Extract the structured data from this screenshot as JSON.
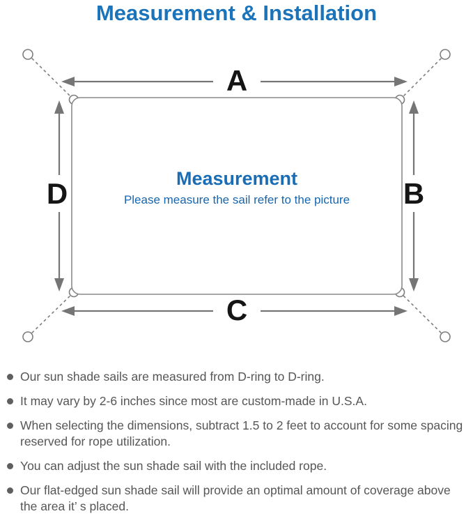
{
  "title": "Measurement & Installation",
  "diagram": {
    "dimension_labels": {
      "a": "A",
      "b": "B",
      "c": "C",
      "d": "D"
    },
    "center_title": "Measurement",
    "center_subtitle": "Please measure the sail refer to the picture"
  },
  "notes": [
    {
      "line1": "Our sun shade sails are measured from D-ring to D-ring.",
      "line2": ""
    },
    {
      "line1": "It may vary by 2-6 inches since most are custom-made in U.S.A.",
      "line2": ""
    },
    {
      "line1": "When selecting the dimensions, subtract 1.5 to 2 feet to account for some spacing",
      "line2": "reserved for rope utilization."
    },
    {
      "line1": "You can adjust the sun shade sail with the included rope.",
      "line2": ""
    },
    {
      "line1": "Our flat-edged sun shade sail will provide an optimal amount of coverage above",
      "line2": "the area it’ s placed."
    }
  ],
  "colors": {
    "title_blue": "#1b74ba",
    "center_blue": "#1a6db4",
    "line_gray": "#7d7d7d",
    "note_gray": "#565656"
  }
}
